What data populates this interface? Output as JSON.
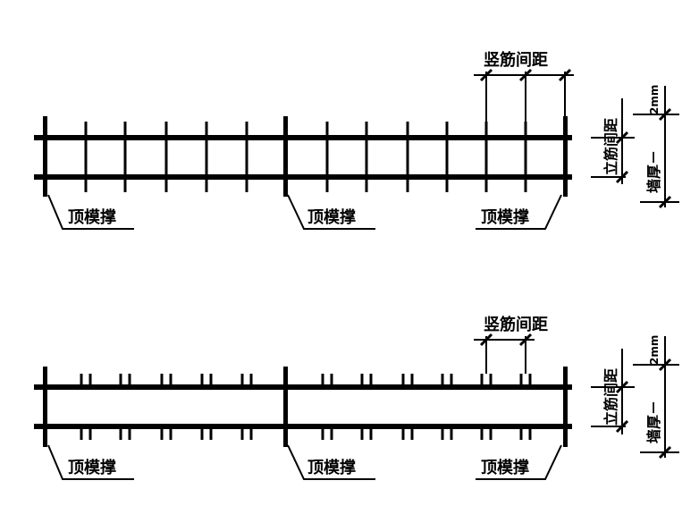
{
  "diagram_top": {
    "dimension_label": "竖筋间距",
    "support_labels": [
      "顶模撑",
      "顶模撑",
      "顶模撑"
    ],
    "side_label_lijin": "立筋间距",
    "side_label_wall": "墙厚－",
    "side_label_mm": "2mm"
  },
  "diagram_bottom": {
    "dimension_label": "竖筋间距",
    "support_labels": [
      "顶模撑",
      "顶模撑",
      "顶模撑"
    ],
    "side_label_lijin": "立筋间距",
    "side_label_wall": "墙厚－",
    "side_label_mm": "2mm"
  }
}
